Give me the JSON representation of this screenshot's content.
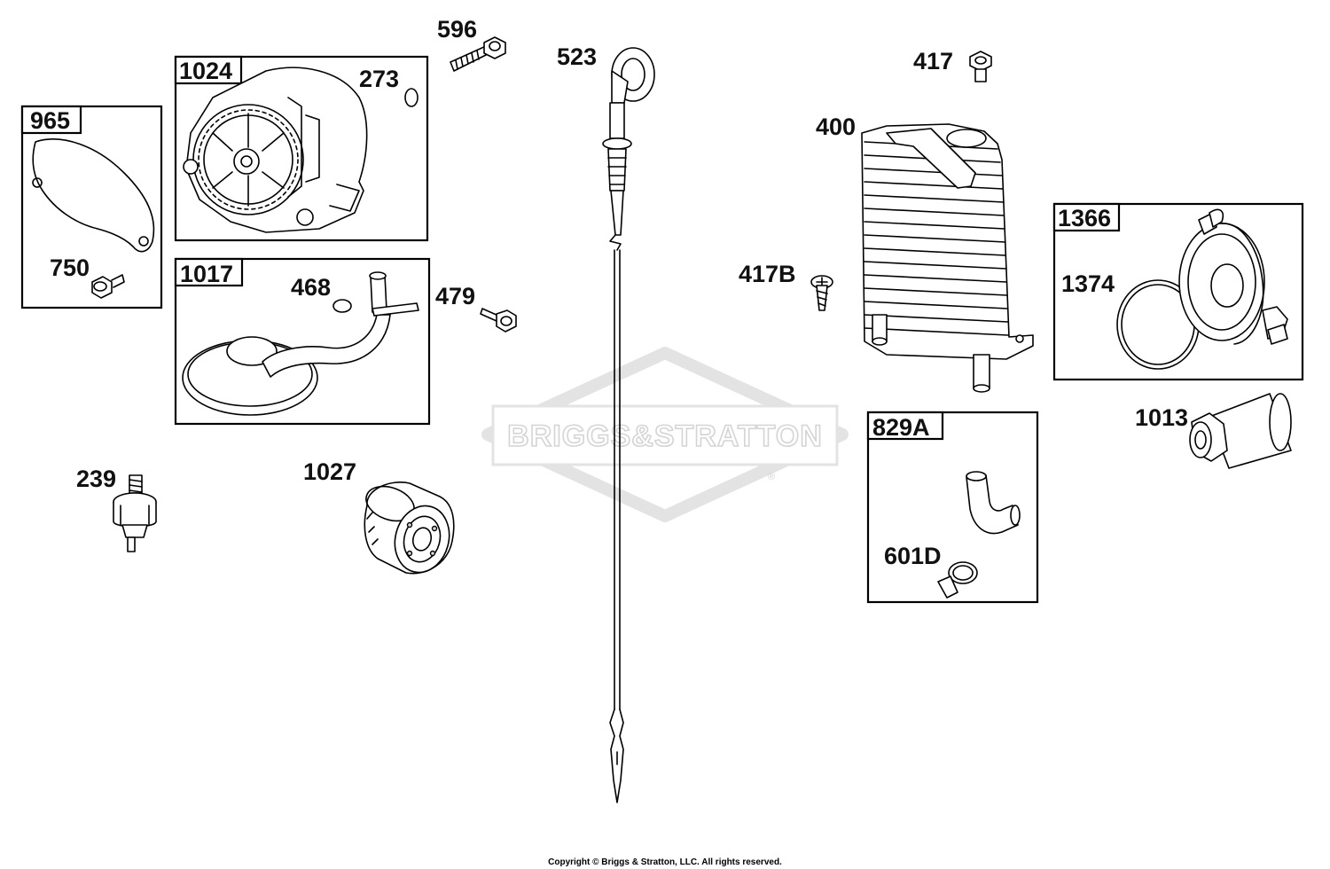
{
  "watermark": {
    "text": "BRIGGS&STRATTON",
    "reg": "®"
  },
  "copyright": "Copyright © Briggs & Stratton, LLC. All rights reserved.",
  "boxes": {
    "b965": "965",
    "b1024": "1024",
    "b1017": "1017",
    "b1366": "1366",
    "b829a": "829A"
  },
  "parts": {
    "p596": "596",
    "p523": "523",
    "p417": "417",
    "p273": "273",
    "p400": "400",
    "p750": "750",
    "p468": "468",
    "p479": "479",
    "p417b": "417B",
    "p1374": "1374",
    "p1013": "1013",
    "p239": "239",
    "p1027": "1027",
    "p601d": "601D"
  }
}
